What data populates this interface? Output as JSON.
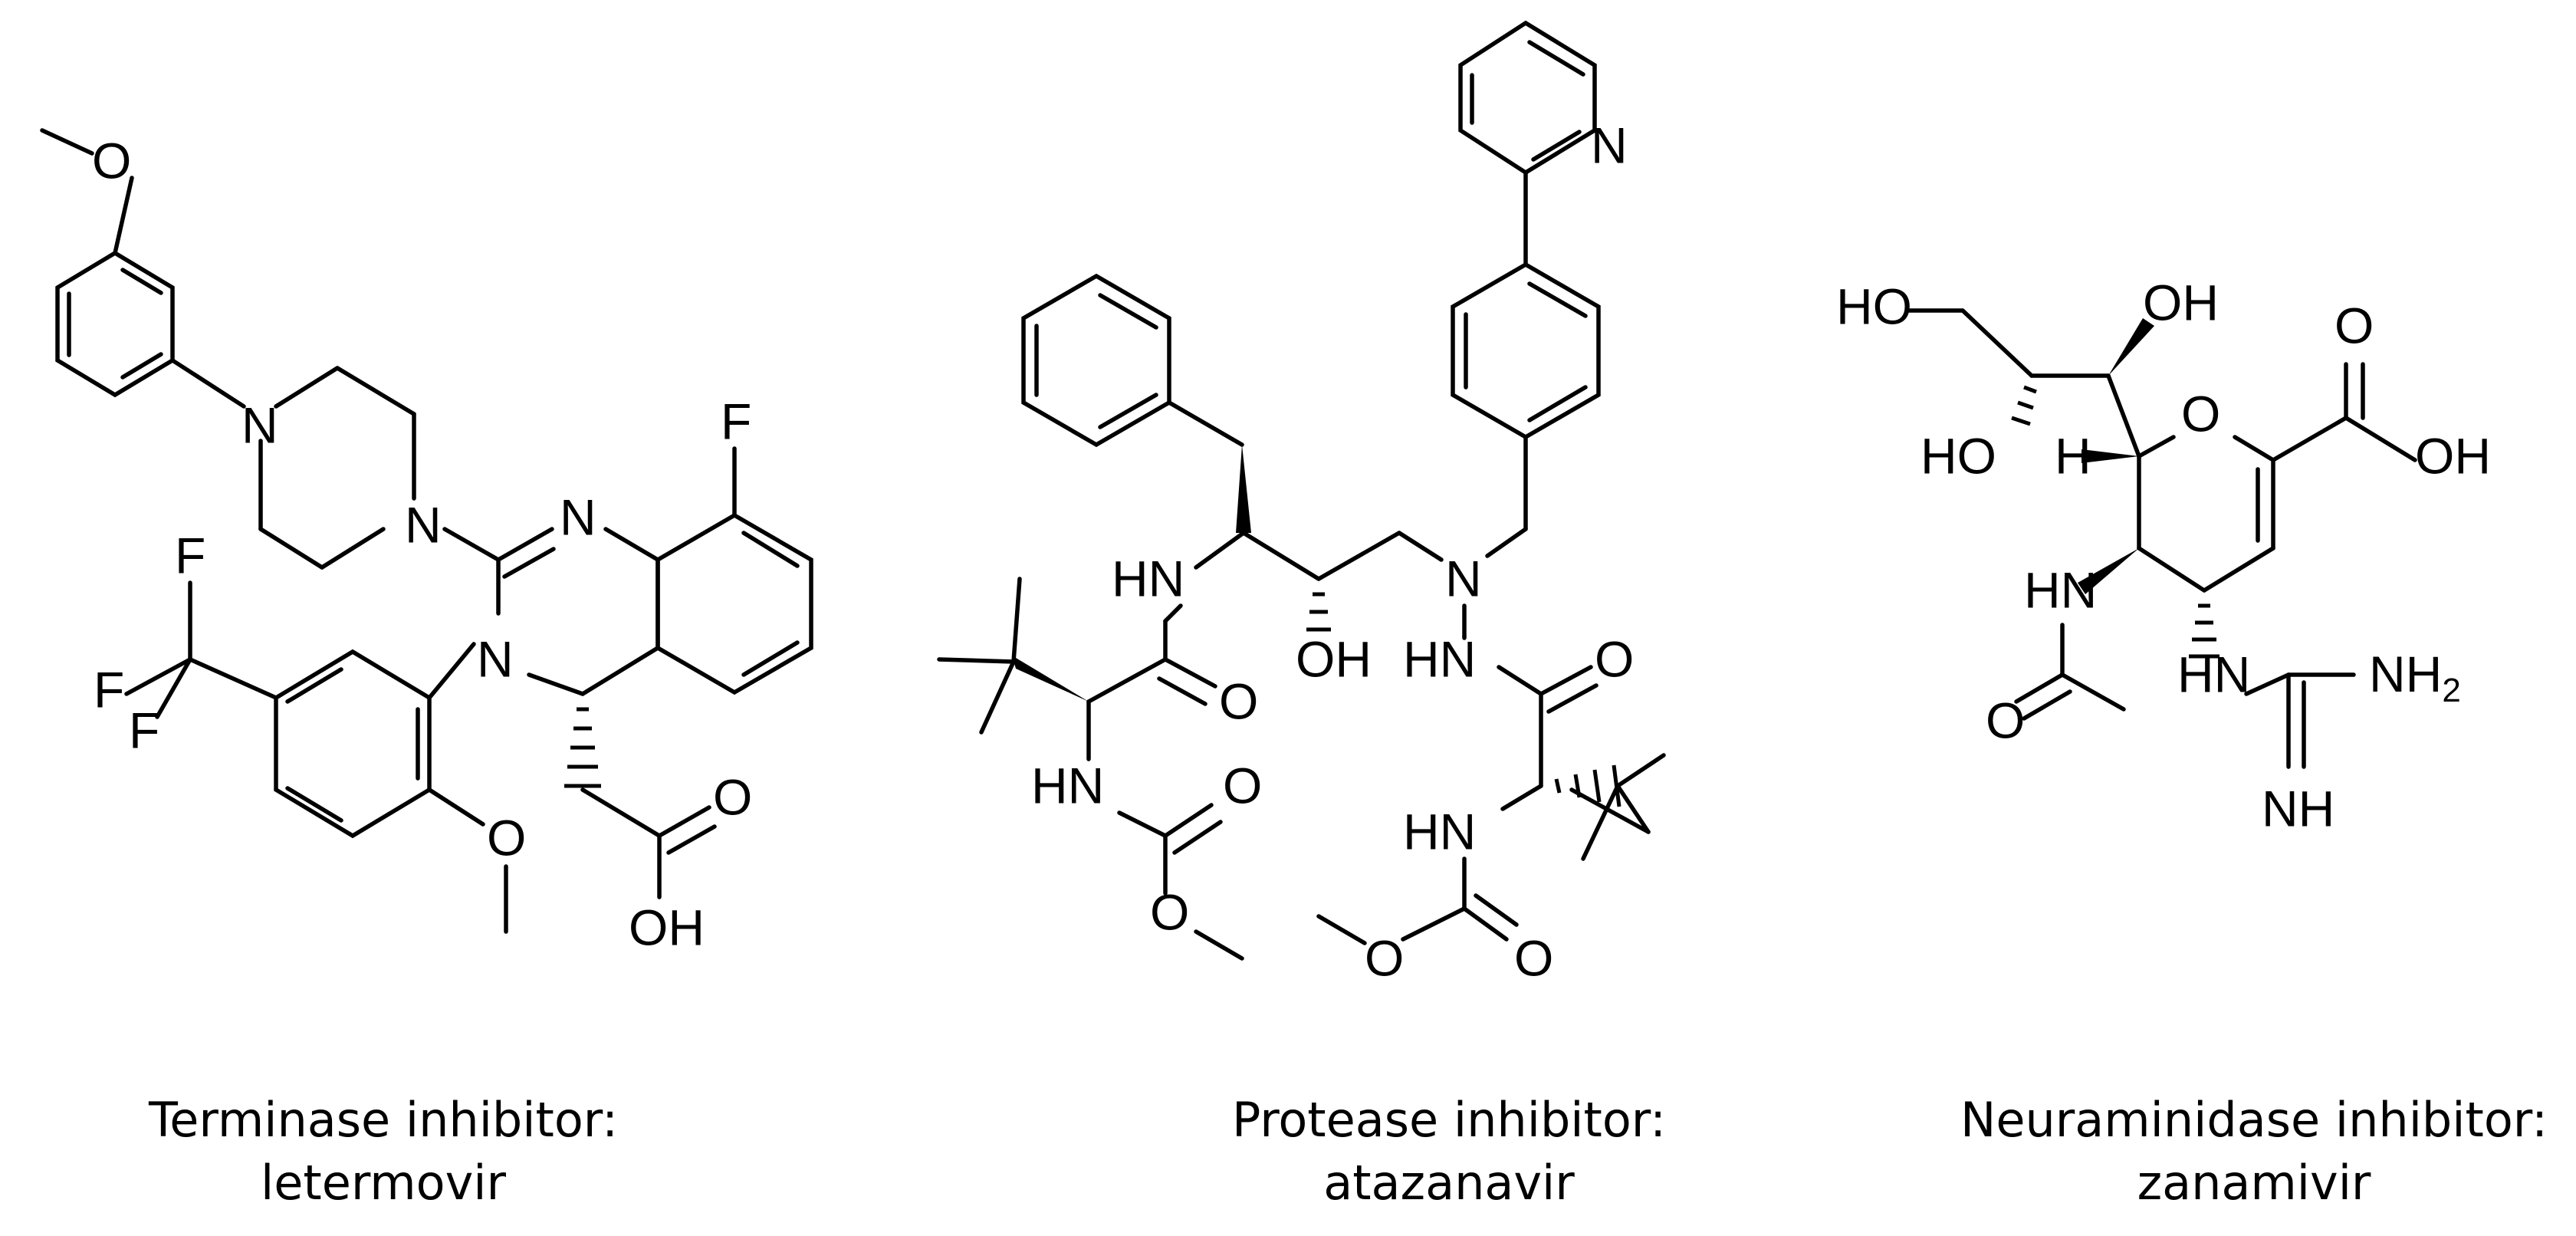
{
  "molecules": [
    {
      "id": "letermovir",
      "caption_line1": "Terminase inhibitor:",
      "caption_line2": "letermovir",
      "atoms": {
        "o1": "O",
        "n1": "N",
        "n2": "N",
        "n3": "N",
        "n4": "N",
        "f1": "F",
        "f2": "F",
        "f3": "F",
        "f4": "F",
        "o2": "O",
        "o3": "O",
        "oh": "OH"
      }
    },
    {
      "id": "atazanavir",
      "caption_line1": "Protease inhibitor:",
      "caption_line2": "atazanavir",
      "atoms": {
        "npy": "N",
        "hn1": "HN",
        "oh": "OH",
        "n": "N",
        "hn2": "HN",
        "o1": "O",
        "o2": "O",
        "hn3": "HN",
        "o3": "O",
        "o4": "O",
        "hn4": "HN",
        "o5": "O",
        "o6": "O"
      }
    },
    {
      "id": "zanamivir",
      "caption_line1": "Neuraminidase inhibitor:",
      "caption_line2": "zanamivir",
      "atoms": {
        "ho1": "HO",
        "oh1": "OH",
        "o_ring": "O",
        "o_acid": "O",
        "oh_acid": "OH",
        "ho2": "HO",
        "h": "H",
        "hn1": "HN",
        "hn2": "HN",
        "nh2": "NH",
        "nh2_sub": "2",
        "o_amide": "O",
        "nh": "NH"
      }
    }
  ]
}
